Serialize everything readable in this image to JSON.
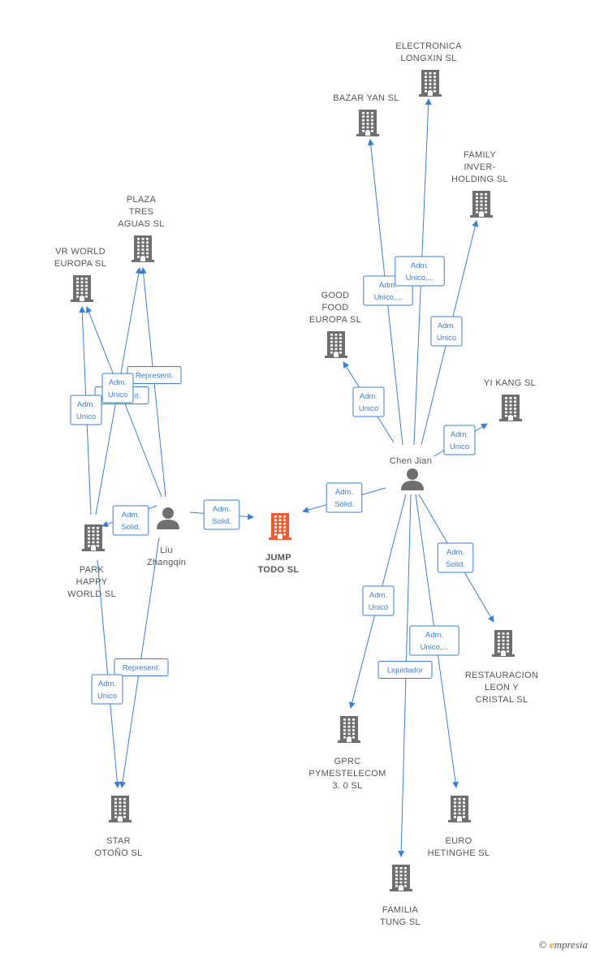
{
  "colors": {
    "company": "#6f6f6f",
    "focus_company": "#f15a2b",
    "person": "#6f6f6f",
    "edge": "#3a7fd5"
  },
  "nodes": [
    {
      "id": "jump",
      "type": "company",
      "focus": true,
      "lines": [
        "JUMP",
        "TODO  SL"
      ]
    },
    {
      "id": "chen",
      "type": "person",
      "lines": [
        "Chen Jian"
      ]
    },
    {
      "id": "liu",
      "type": "person",
      "lines": [
        "Liu",
        "Zhangqin"
      ]
    },
    {
      "id": "electronica",
      "type": "company",
      "lines": [
        "ELECTRONICA",
        "LONGXIN  SL"
      ]
    },
    {
      "id": "bazar",
      "type": "company",
      "lines": [
        "BAZAR YAN SL"
      ]
    },
    {
      "id": "family",
      "type": "company",
      "lines": [
        "FAMILY",
        "INVER-",
        "HOLDING  SL"
      ]
    },
    {
      "id": "goodfood",
      "type": "company",
      "lines": [
        "GOOD",
        "FOOD",
        "EUROPA  SL"
      ]
    },
    {
      "id": "yikang",
      "type": "company",
      "lines": [
        "YI KANG SL"
      ]
    },
    {
      "id": "plaza",
      "type": "company",
      "lines": [
        "PLAZA",
        "TRES",
        "AGUAS  SL"
      ]
    },
    {
      "id": "vrworld",
      "type": "company",
      "lines": [
        "VR WORLD",
        "EUROPA  SL"
      ]
    },
    {
      "id": "park",
      "type": "company",
      "lines": [
        "PARK",
        "HAPPY",
        "WORLD  SL"
      ]
    },
    {
      "id": "star",
      "type": "company",
      "lines": [
        "STAR",
        "OTOÑO  SL"
      ]
    },
    {
      "id": "restauracion",
      "type": "company",
      "lines": [
        "RESTAURACION",
        "LEON Y",
        "CRISTAL  SL"
      ]
    },
    {
      "id": "gprc",
      "type": "company",
      "lines": [
        "GPRC",
        "PYMESTELECOM",
        "3. 0  SL"
      ]
    },
    {
      "id": "euro",
      "type": "company",
      "lines": [
        "EURO",
        "HETINGHE  SL"
      ]
    },
    {
      "id": "familia",
      "type": "company",
      "lines": [
        "FAMILIA",
        "TUNG  SL"
      ]
    }
  ],
  "edges": [
    {
      "from": "chen",
      "to": "jump",
      "label": [
        "Adm.",
        "Solid."
      ]
    },
    {
      "from": "liu",
      "to": "jump",
      "label": [
        "Adm.",
        "Solid."
      ]
    },
    {
      "from": "chen",
      "to": "bazar",
      "label": [
        "Adm.",
        "Unico,..."
      ]
    },
    {
      "from": "chen",
      "to": "electronica",
      "label": [
        "Adm.",
        "Unico,..."
      ]
    },
    {
      "from": "chen",
      "to": "family",
      "label": [
        "Adm.",
        "Unico"
      ]
    },
    {
      "from": "chen",
      "to": "goodfood",
      "label": [
        "Adm.",
        "Unico"
      ]
    },
    {
      "from": "chen",
      "to": "yikang",
      "label": [
        "Adm.",
        "Unico"
      ]
    },
    {
      "from": "chen",
      "to": "restauracion",
      "label": [
        "Adm.",
        "Solid."
      ]
    },
    {
      "from": "chen",
      "to": "gprc",
      "label": [
        "Adm.",
        "Unico"
      ]
    },
    {
      "from": "chen",
      "to": "euro",
      "label": [
        "Adm.",
        "Unico,..."
      ]
    },
    {
      "from": "chen",
      "to": "familia",
      "label": [
        "Liquidador"
      ]
    },
    {
      "from": "liu",
      "to": "plaza",
      "label": [
        "Represent."
      ]
    },
    {
      "from": "liu",
      "to": "vrworld",
      "label": [
        "Represent."
      ]
    },
    {
      "from": "liu",
      "to": "park",
      "label": [
        "Adm.",
        "Solid."
      ]
    },
    {
      "from": "liu",
      "to": "star",
      "label": [
        "Represent."
      ]
    },
    {
      "from": "park",
      "to": "plaza",
      "label": [
        "Adm.",
        "Unico"
      ]
    },
    {
      "from": "park",
      "to": "vrworld",
      "label": [
        "Adm.",
        "Unico"
      ]
    },
    {
      "from": "park",
      "to": "star",
      "label": [
        "Adm.",
        "Unico"
      ]
    }
  ],
  "footer": {
    "copyright": "©",
    "brand_initial": "e",
    "brand_rest": "mpresia"
  }
}
